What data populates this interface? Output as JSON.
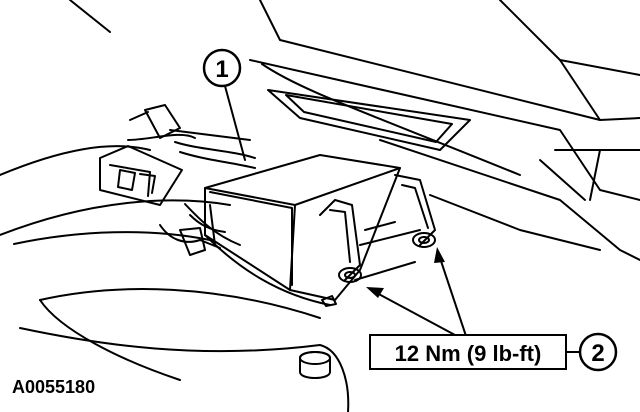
{
  "callouts": {
    "one": "1",
    "two": "2"
  },
  "torque_spec": "12 Nm (9 lb-ft)",
  "figure_id": "A0055180"
}
